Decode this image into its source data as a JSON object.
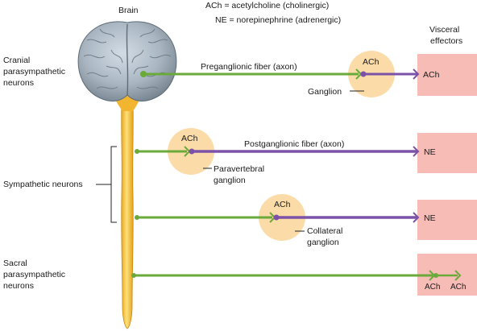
{
  "legend": {
    "ach_def": "ACh = acetylcholine (cholinergic)",
    "ne_def": "NE = norepinephrine (adrenergic)"
  },
  "labels": {
    "brain": "Brain",
    "visceral_effectors_1": "Visceral",
    "visceral_effectors_2": "effectors",
    "cranial_1": "Cranial",
    "cranial_2": "parasympathetic",
    "cranial_3": "neurons",
    "sympathetic": "Sympathetic neurons",
    "sacral_1": "Sacral",
    "sacral_2": "parasympathetic",
    "sacral_3": "neurons",
    "preganglionic_fiber": "Preganglionic fiber (axon)",
    "postganglionic_fiber": "Postganglionic fiber (axon)",
    "ganglion": "Ganglion",
    "paravertebral_1": "Paravertebral",
    "paravertebral_2": "ganglion",
    "collateral_1": "Collateral",
    "collateral_2": "ganglion"
  },
  "neurotransmitters": {
    "ganglion_cranial": "ACh",
    "ganglion_paravertebral": "ACh",
    "ganglion_collateral": "ACh",
    "effector_cranial": "ACh",
    "effector_sympathetic_1": "NE",
    "effector_sympathetic_2": "NE",
    "effector_sacral_1": "ACh",
    "effector_sacral_2": "ACh"
  },
  "colors": {
    "preganglionic": "#6aaa3a",
    "postganglionic": "#7c52a8",
    "ganglion_fill": "#fbdca8",
    "effector_fill": "#f7bcb6",
    "spinal_cord": "#f4c23a",
    "brain": "#a9b6c2"
  }
}
